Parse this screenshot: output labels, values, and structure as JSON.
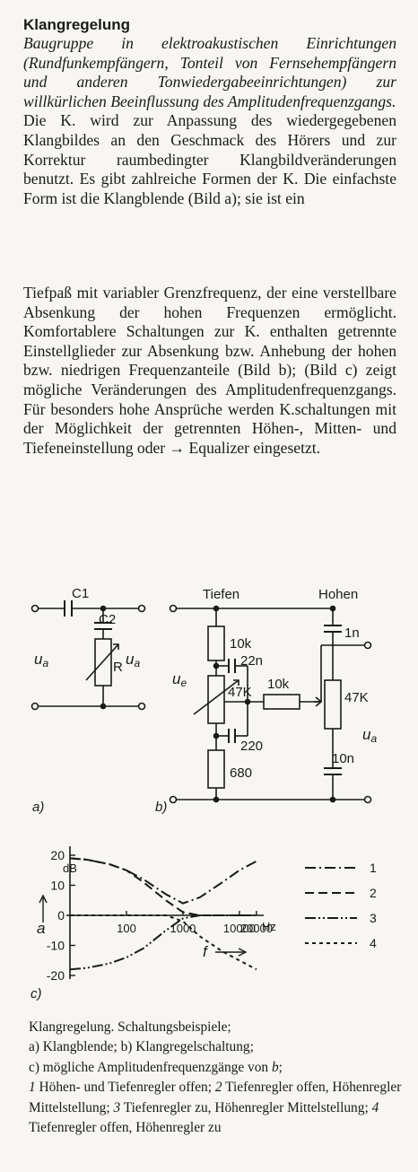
{
  "entry": {
    "term": "Klangregelung",
    "definition": "Baugruppe in elektroakustischen Einrichtungen (Rundfunkempfängern, Tonteil von Fernsehempfängern und anderen Tonwiedergabeeinrichtungen) zur willkürlichen Beeinflussung des Amplitudenfrequenzgangs.",
    "body_part1": "Die K. wird zur Anpassung des wiedergegebenen Klangbildes an den Geschmack des Hörers und zur Korrektur raumbedingter Klangbildveränderungen benutzt. Es gibt zahlreiche Formen der K. Die einfachste Form ist die Klangblende (Bild a); sie ist ein",
    "body_part2": "Tiefpaß mit variabler Grenzfrequenz, der eine verstellbare Absenkung der hohen Frequenzen ermöglicht. Komfortablere Schaltungen zur K. enthalten getrennte Einstellglieder zur Absenkung bzw. Anhebung der hohen bzw. niedrigen Frequenzanteile (Bild b); (Bild c) zeigt mögliche Veränderungen des Amplitudenfrequenzgangs. Für besonders hohe Ansprüche werden K.schaltungen mit der Möglichkeit der getrennten Höhen-, Mitten- und Tiefeneinstellung oder → Equalizer eingesetzt."
  },
  "circuit_a": {
    "c1": "C1",
    "c2": "C2",
    "r": "R",
    "u_in": "u",
    "u_in_sub": "a",
    "u_out": "u",
    "u_out_sub": "a",
    "panel": "a)"
  },
  "circuit_b": {
    "tiefen": "Tiefen",
    "hohen": "Hohen",
    "r_top": "10k",
    "c_22n": "22n",
    "r_mid": "10k",
    "pot_left": "47K",
    "c_220": "220",
    "r_bottom": "680",
    "c_1n": "1n",
    "pot_right": "47K",
    "c_10n": "10n",
    "u_in": "u",
    "u_in_sub": "e",
    "u_out": "u",
    "u_out_sub": "a",
    "panel": "b)"
  },
  "chart_data": {
    "type": "line",
    "panel": "c)",
    "ylabel": "a",
    "yunit": "dB",
    "xlabel": "f",
    "xunit": "Hz",
    "xscale": "log",
    "xlim": [
      10,
      25000
    ],
    "ylim": [
      -20,
      20
    ],
    "yticks": [
      20,
      10,
      0,
      -10,
      -20
    ],
    "yticklabels": [
      "20",
      "10",
      "0",
      "-10",
      "-20"
    ],
    "xticks": [
      100,
      1000,
      10000,
      20000
    ],
    "xticklabels": [
      "100",
      "1000",
      "10000",
      "20000"
    ],
    "series": [
      {
        "name": "1",
        "dash": "12 4 2 4",
        "x": [
          10,
          20,
          50,
          100,
          200,
          500,
          1000,
          2000,
          5000,
          10000,
          20000
        ],
        "y": [
          19,
          18.5,
          17,
          15,
          12,
          7,
          4,
          6,
          11,
          15,
          18
        ]
      },
      {
        "name": "2",
        "dash": "10 5",
        "x": [
          10,
          20,
          50,
          100,
          200,
          500,
          1000,
          2000,
          5000,
          10000,
          20000
        ],
        "y": [
          19,
          18.5,
          17,
          15,
          11,
          5,
          1,
          0,
          0,
          0,
          0
        ]
      },
      {
        "name": "3",
        "dash": "12 3 2 3 2 3",
        "x": [
          10,
          20,
          50,
          100,
          200,
          500,
          1000,
          2000,
          5000,
          10000,
          20000
        ],
        "y": [
          -18,
          -17.5,
          -16,
          -14,
          -11,
          -5,
          -1,
          0,
          0,
          0,
          0
        ]
      },
      {
        "name": "4",
        "dash": "4 4",
        "x": [
          10,
          20,
          50,
          100,
          200,
          500,
          1000,
          2000,
          5000,
          10000,
          20000
        ],
        "y": [
          0,
          0,
          0,
          0,
          0,
          0,
          -2,
          -7,
          -12,
          -15,
          -18
        ]
      }
    ]
  },
  "caption": {
    "line1": "Klangregelung. Schaltungsbeispiele;",
    "line2": "a) Klangblende; b) Klangregelschaltung;",
    "line3_pre": "c) mögliche Amplitudenfrequenzgänge von ",
    "line3_b": "b",
    "line3_post": ";",
    "n1": "1",
    "t1": " Höhen- und Tiefenregler offen; ",
    "n2": "2",
    "t2": " Tiefenregler offen, Höhenregler Mittelstellung; ",
    "n3": "3",
    "t3": " Tiefenregler zu, Höhenregler Mittelstellung; ",
    "n4": "4",
    "t4": " Tiefenregler offen, Höhenregler zu"
  }
}
